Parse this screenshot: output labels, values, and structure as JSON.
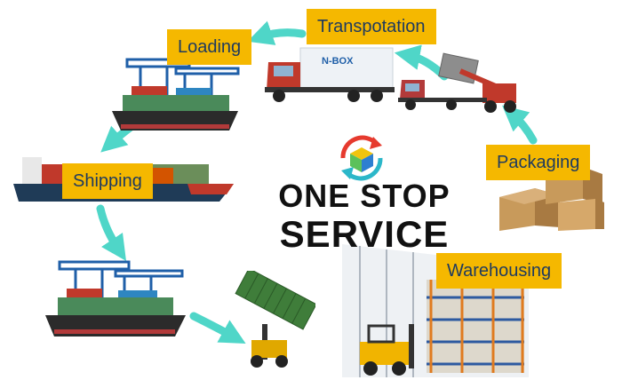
{
  "title": {
    "line1": "ONE STOP",
    "line2": "SERVICE"
  },
  "steps": [
    {
      "label": "Transpotation"
    },
    {
      "label": "Loading"
    },
    {
      "label": "Shipping"
    },
    {
      "label": "Packaging"
    },
    {
      "label": "Warehousing"
    }
  ],
  "truck_text": "N-BOX",
  "colors": {
    "label_bg": "#f5b800",
    "label_text": "#1e3a5f",
    "arrow": "#4fd6c8",
    "logo_red": "#e63a2e",
    "logo_teal": "#2bb7c9",
    "cube_blue": "#2d7fd1",
    "cube_green": "#5cc15a",
    "cube_yellow": "#f1c40f"
  },
  "icons": [
    "cycle-arrows-icon",
    "cube-icon"
  ]
}
